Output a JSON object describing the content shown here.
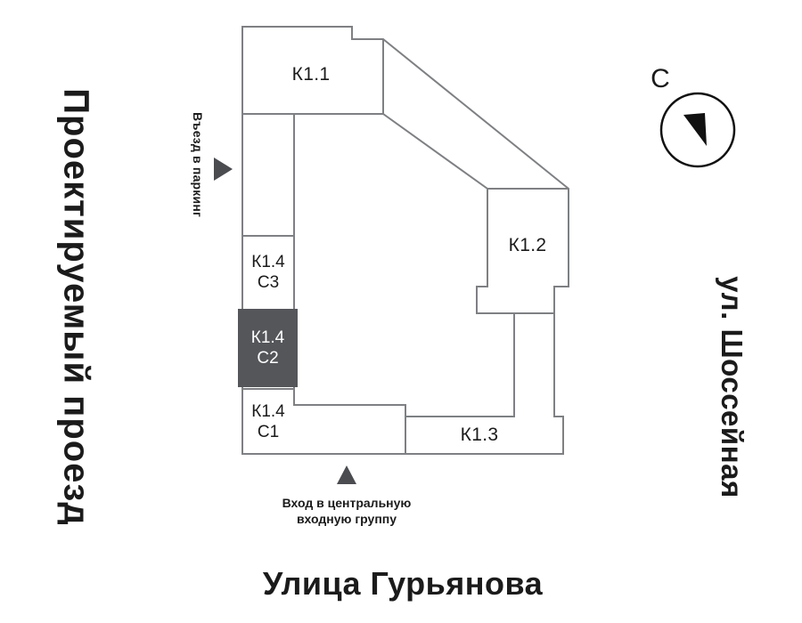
{
  "colors": {
    "background": "#ffffff",
    "outline": "#7e8083",
    "ink": "#1b1b1b",
    "selected_fill": "#54565a",
    "selected_text": "#ffffff",
    "marker": "#4a4c50",
    "compass": "#111111"
  },
  "streets": {
    "left": "Проектируемый проезд",
    "right": "ул. Шоссейная",
    "bottom": "Улица Гурьянова"
  },
  "buildings": {
    "k11": {
      "label": "К1.1"
    },
    "k12": {
      "label": "К1.2"
    },
    "k13": {
      "label": "К1.3"
    },
    "k14c3": {
      "lines": [
        "К1.4",
        "С3"
      ],
      "selected": false
    },
    "k14c2": {
      "lines": [
        "К1.4",
        "С2"
      ],
      "selected": true
    },
    "k14c1": {
      "lines": [
        "К1.4",
        "С1"
      ],
      "selected": false
    }
  },
  "annotations": {
    "parking": "Въезд в паркинг",
    "entrance_lines": [
      "Вход в центральную",
      "входную группу"
    ],
    "compass_north": "С"
  }
}
